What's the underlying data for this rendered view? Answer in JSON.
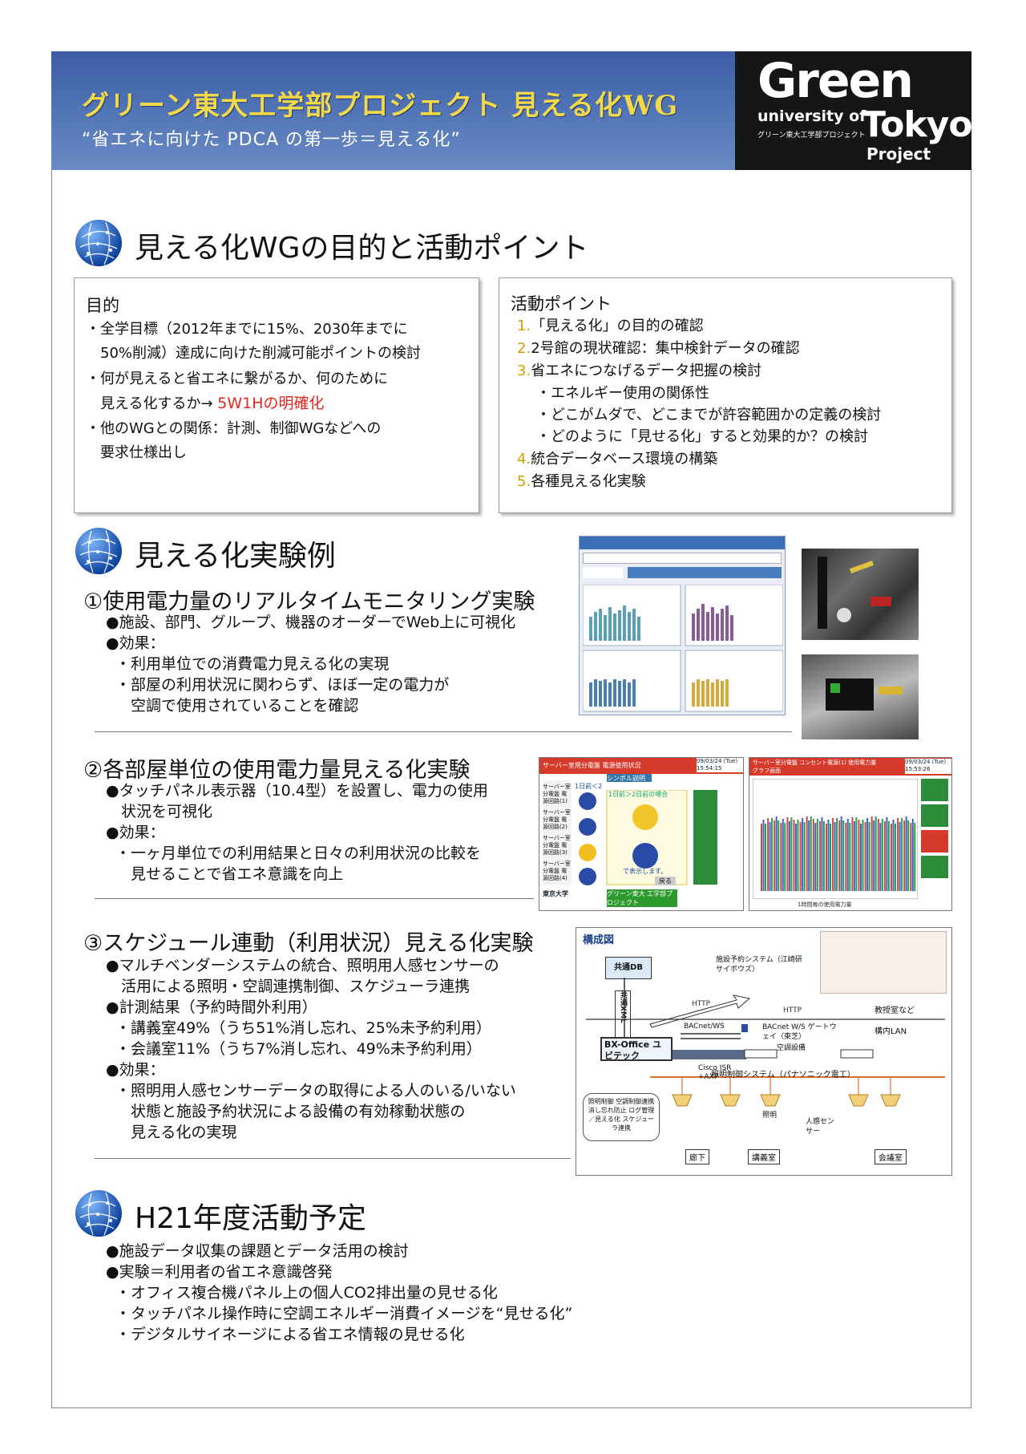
{
  "header": {
    "title": "グリーン東大工学部プロジェクト 見える化WG",
    "subtitle": "“省エネに向けた PDCA の第一歩＝見える化”",
    "logo": {
      "green": "Green",
      "university": "university of",
      "tokyo": "Tokyo",
      "jp": "グリーン東大工学部プロジェクト",
      "project": "Project"
    }
  },
  "section1": {
    "title": "見える化WGの目的と活動ポイント",
    "purpose": {
      "title": "目的",
      "lines": [
        "・全学目標（2012年までに15%、2030年までに",
        "　50%削減）達成に向けた削減可能ポイントの検討",
        "・何が見えると省エネに繋がるか、何のために",
        "　見える化するか→ ",
        "・他のWGとの関係：計測、制御WGなどへの",
        "　要求仕様出し"
      ],
      "highlight": "5W1Hの明確化"
    },
    "points": {
      "title": "活動ポイント",
      "items": [
        {
          "num": "1.",
          "text": "「見える化」の目的の確認"
        },
        {
          "num": "2.",
          "text": "2号館の現状確認：集中検針データの確認"
        },
        {
          "num": "3.",
          "text": "省エネにつなげるデータ把握の検討"
        },
        {
          "num": "",
          "text": "・エネルギー使用の関係性"
        },
        {
          "num": "",
          "text": "・どこがムダで、どこまでが許容範囲かの定義の検討"
        },
        {
          "num": "",
          "text": "・どのように「見せる化」すると効果的か？の検討"
        },
        {
          "num": "4.",
          "text": "統合データベース環境の構築"
        },
        {
          "num": "5.",
          "text": "各種見える化実験"
        }
      ]
    }
  },
  "section2": {
    "title": "見える化実験例",
    "exp1": {
      "title": "①使用電力量のリアルタイムモニタリング実験",
      "lines": [
        "●施設、部門、グループ、機器のオーダーでWeb上に可視化",
        "●効果：",
        "・利用単位での消費電力見える化の実現",
        "・部屋の利用状況に関わらず、ほぼ一定の電力が",
        "　空調で使用されていることを確認"
      ]
    },
    "exp2": {
      "title": "②各部屋単位の使用電力量見える化実験",
      "lines": [
        "●タッチパネル表示器（10.4型）を設置し、電力の使用",
        "　状況を可視化",
        "●効果：",
        "・一ヶ月単位での利用結果と日々の利用状況の比較を",
        "　見せることで省エネ意識を向上"
      ],
      "panel_left_title": "サーバー室用分電盤 電源使用状況",
      "panel_left_date": "09/03/24 (Tue) 15:54:15",
      "panel_right_title": "サーバー室分電盤 コンセント電源(1) 使用電力量 グラフ画面",
      "panel_right_date": "09/03/24 (Tue) 15:53:26",
      "panel_left_tab": "シンボル説明",
      "panel_left_note1": "1日前＜2日前 使用電力量 比較",
      "panel_left_note2": "1日前＞2日前の場合",
      "panel_left_note3": "で表示します。",
      "panel_left_back": "戻る",
      "panel_left_logo1": "東京大学",
      "panel_left_logo2": "グリーン東大 工学部プロジェクト",
      "panel_left_rows": [
        "サーバー室 分電盤 電源回路(1)",
        "サーバー室 分電盤 電源回路(2)",
        "サーバー室 分電盤 電源回路(3)",
        "サーバー室 分電盤 電源回路(4)"
      ],
      "panel_right_footer": "1時間毎の使用電力量"
    },
    "exp3": {
      "title": "③スケジュール連動（利用状況）見える化実験",
      "lines": [
        "●マルチベンダーシステムの統合、照明用人感センサーの",
        "　活用による照明・空調連携制御、スケジューラ連携",
        "●計測結果（予約時間外利用）",
        "・講義室49%（うち51%消し忘れ、25%未予約利用）",
        "・会議室11%（うち7%消し忘れ、49%未予約利用）",
        "●効果：",
        "・照明用人感センサーデータの取得による人のいる/いない",
        "　状態と施設予約状況による設備の有効稼動状態の",
        "　見える化の実現"
      ]
    },
    "diagram": {
      "title": "構成図",
      "db": "共通DB",
      "xml": "共通XML",
      "http1": "HTTP",
      "http2": "HTTP",
      "bacnet": "BACnet/WS",
      "bx": "BX-Office ユビテック",
      "cisco": "Cisco ISR +AXP",
      "facility": "施設予約システム（江崎研サイボウズ）",
      "classroom": "教授室など",
      "lan": "構内LAN",
      "gateway": "BACnet W/S ゲートウェイ（東芝）",
      "aircon": "空調設備",
      "lighting_system": "照明制御システム（パナソニック電工）",
      "control": "照明制御 空調制御連携 消し忘れ防止 ログ管理／見える化 スケジューラ連携",
      "light": "照明",
      "sensor": "人感センサー",
      "room1": "廊下",
      "room2": "講義室",
      "room3": "会議室"
    }
  },
  "section3": {
    "title": "H21年度活動予定",
    "lines": [
      "●施設データ収集の課題とデータ活用の検討",
      "●実験＝利用者の省エネ意識啓発",
      "・オフィス複合機パネル上の個人CO2排出量の見せる化",
      "・タッチパネル操作時に空調エネルギー消費イメージを“見せる化”",
      "・デジタルサイネージによる省エネ情報の見せる化"
    ]
  },
  "colors": {
    "banner": "#4a6aae",
    "title_gold": "#f1d94a",
    "accent_red": "#e8261e",
    "number_gold": "#d0a000"
  }
}
